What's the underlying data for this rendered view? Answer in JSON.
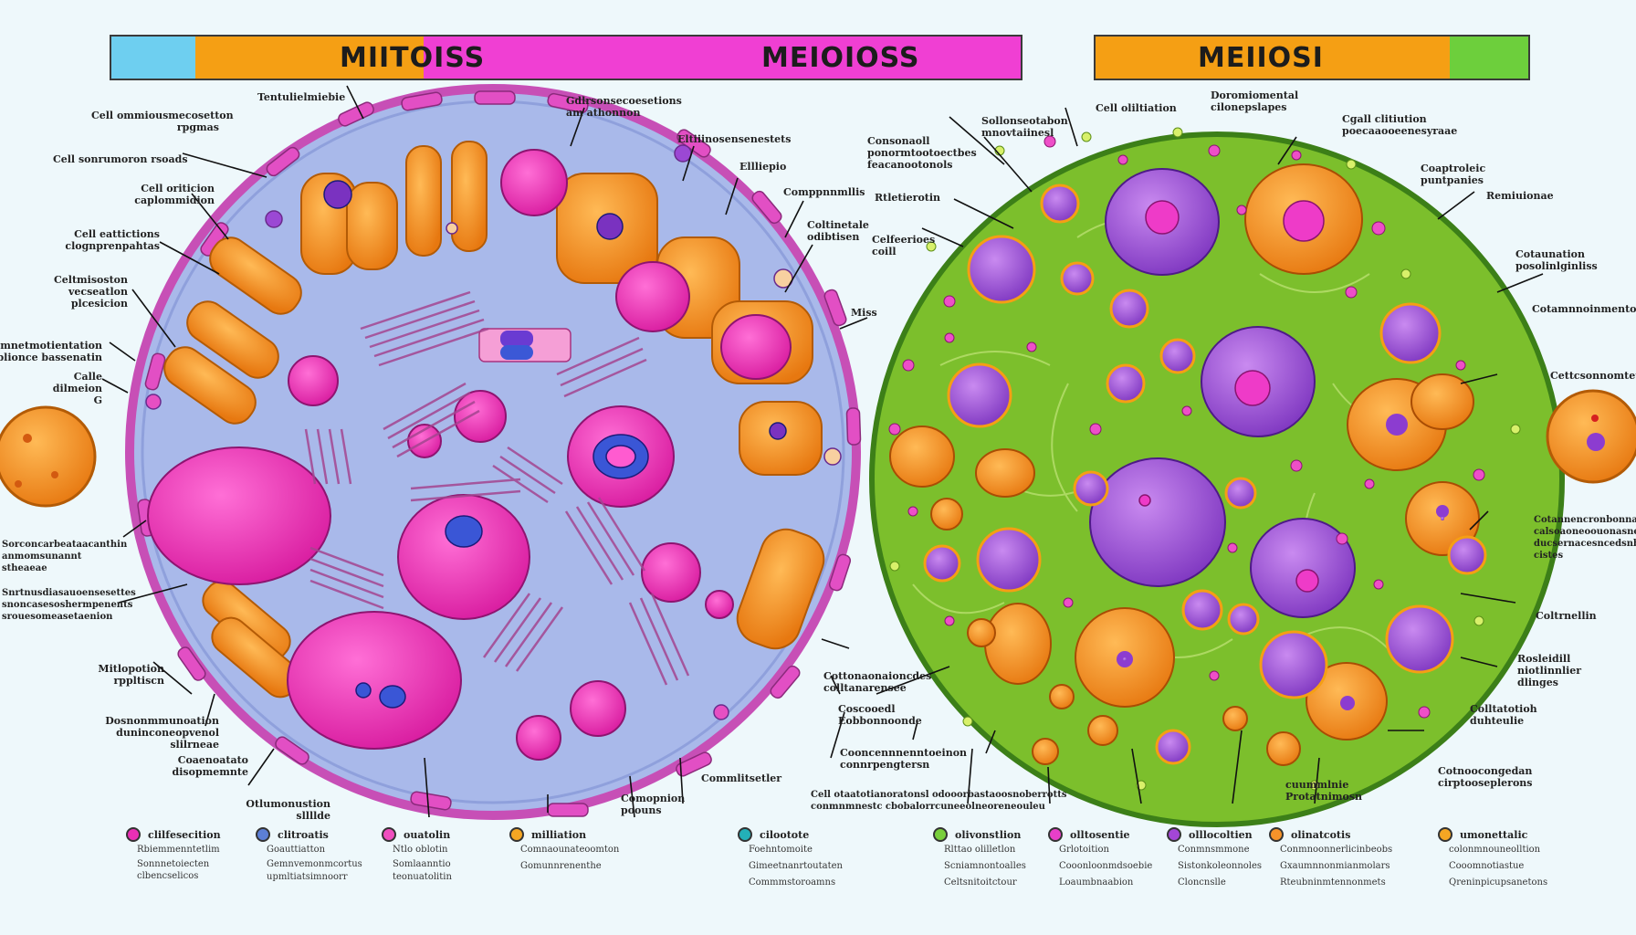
{
  "header": {
    "left_banner": {
      "title_a": "MIITOISS",
      "title_b": "MEIOIOSS",
      "colors": [
        "#6ecff0",
        "#f59f14",
        "#f03fd3"
      ]
    },
    "right_banner": {
      "title": "MEIIOSI",
      "colors": [
        "#f59f14",
        "#6dcf3c"
      ]
    }
  },
  "panels": {
    "mitosis": {
      "membrane_color": "#c74fb6",
      "cytoplasm_color": "#a9b9ea",
      "cell_color": "#f0961e",
      "nucleus_color": "#ea2fb5"
    },
    "meiosis": {
      "cytoplasm_color": "#7cbf2c",
      "outline_color": "#3c7f18",
      "nucleus_color": "#9b48d4",
      "cell_color": "#f58b1c"
    }
  },
  "labels_left": [
    "Cell ommiousmecosetton\nrpgmas",
    "Cell sonrumoron rsoads",
    "Cell oriticion\ncaplommidion",
    "Cell eattictions\nclognprenpahtas",
    "Celtmisoston\nvecseatlon\nplcesicion",
    "Onmnetmotientation\ndiblionce bassenatin",
    "Calle\ndilmeion\nG",
    "Sorconcarbeataacanthin\nanmomsunannt\nstheaeae",
    "Snrtnusdiasauoensesettes\nsnoncasesoshermpenents\nsrouesomeasetaenion",
    "Mitlopotion\nrppltiscn",
    "Dosnonmmunoation\nduninconeopvenol\nslilrneae",
    "Coaenoatato\ndisopmemnte",
    "Otlumonustion\nsllllde"
  ],
  "labels_top": [
    "Tentulielmiebie",
    "Gdlrsonsecoesetions\nam athonnon",
    "Eltiiinosensenestets",
    "Ellliepio",
    "Comppnnmllis",
    "Coltinetale\nodibtisen",
    "Cottonaonaioncdes\ncolltanarensee",
    "Coscooedl\nEobbonnoonde",
    "Commlitsetler",
    "Comopnion\npoouns",
    "Miss"
  ],
  "labels_right": [
    "Sollonseotabon\nmnovtaiinesl",
    "Cell oliltiation",
    "Doromiomental\ncilonepslapes",
    "Cgall clitiution\npoecaaooeenesyraae",
    "Consonaoll\nponormtootoectbes\nfeacanootonols",
    "Rtletierotin",
    "Celfeerioes\ncoill",
    "Coaptroleic\npuntpanies",
    "Remiuionae",
    "Cotaunation\nposolinlginliss",
    "Cotamnnoinmenton",
    "Cettcsonnomteutior",
    "Cotannencronbonnalbe\ncalsoaoneoouonasnenn\nducsernacesncedsnbse\ncistes",
    "Coltrnellin",
    "Rosleidill\nniotlinnlier\ndlinges",
    "Colltatotioh\nduhteulie",
    "Cotnoocongedan\ncirptooseplerons",
    "cuummlnie\nProtatnimosn",
    "Cooncennnenntoeinon\nconnrpengtersn",
    "Cell otaatotianoratonsl odooorbastaoosnoberrotts\nconmnmnestc cbobalorrcuneeolneoreneouleu"
  ],
  "legend": [
    {
      "color": "#ea2fb5",
      "title": "clilfesecition",
      "lines": [
        "Rbiemmenntetlim",
        "Sonnnetoiecten\nclbencselicos"
      ]
    },
    {
      "color": "#5c7fd6",
      "title": "clitroatis",
      "lines": [
        "Goauttiatton",
        "Gemnvemonmcortus\nupmltiatsimnoorr"
      ]
    },
    {
      "color": "#f04fbf",
      "title": "ouatolin",
      "lines": [
        "Ntlo oblotin",
        "Somlaanntio\nteonuatolitin"
      ]
    },
    {
      "color": "#f5a623",
      "title": "milliation",
      "lines": [
        "Comnaounateoomton",
        "Gomunnrenenthe"
      ]
    },
    {
      "color": "#23b0b8",
      "title": "cilootote",
      "lines": [
        "Foehntomoite",
        "Gimeetnanrtoutaten",
        "Commmstoroamns"
      ]
    },
    {
      "color": "#79cf3c",
      "title": "olivonstlion",
      "lines": [
        "Rlttao olilletlon",
        "Scniamnontoalles",
        "Celtsnitoitctour"
      ]
    },
    {
      "color": "#e83fc9",
      "title": "olltosentie",
      "lines": [
        "Grlotoition",
        "Cooonloonmdsoebie",
        "Loaumbnaabion"
      ]
    },
    {
      "color": "#a346d6",
      "title": "olllocoltien",
      "lines": [
        "Conmnsmmone",
        "Sistonkoleonnoles",
        "Cloncnslle"
      ]
    },
    {
      "color": "#f5932a",
      "title": "olinatcotis",
      "lines": [
        "Conmnoonnerlicinbeobs",
        "Gxaumnnonmianmolars",
        "Rteubninmtennonmets"
      ]
    },
    {
      "color": "#f5a623",
      "title": "umonettalic",
      "lines": [
        "colonmnouneolltion",
        "Cooomnotiastue",
        "Qreninpicupsanetons"
      ]
    }
  ]
}
